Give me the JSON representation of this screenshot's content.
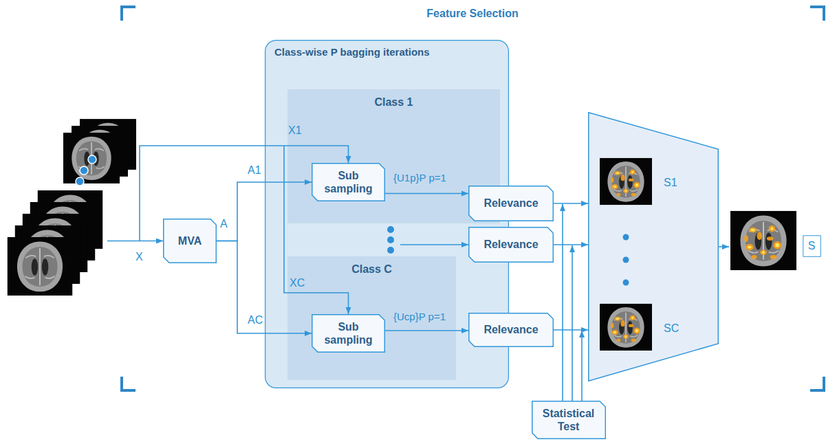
{
  "diagram": {
    "title": "Feature Selection",
    "nodes": [
      {
        "text": [
          "MVA"
        ]
      },
      {
        "text": [
          "Class-wise P bagging iterations"
        ]
      },
      {
        "text": [
          "Class 1"
        ],
        "in": 1
      },
      {
        "text": [
          "Sub sampling"
        ],
        "in": 2
      },
      {
        "text": [
          "Class C"
        ],
        "in": 1
      },
      {
        "text": [
          "Sub sampling"
        ],
        "in": 4
      },
      {
        "text": [
          "Relevance"
        ]
      },
      {
        "text": [
          "Relevance"
        ]
      },
      {
        "text": [
          "Relevance"
        ]
      },
      {
        "text": [
          "S1",
          "SC"
        ]
      },
      {
        "text": [
          "Statistical Test"
        ]
      },
      {
        "text": [
          "S"
        ]
      }
    ],
    "edges": [
      {
        "from": 0,
        "to": 3,
        "arrow": "to",
        "label": "A1"
      },
      {
        "from": 0,
        "to": 5,
        "arrow": "to",
        "label": "AC"
      },
      {
        "from": 3,
        "to": 6,
        "arrow": "to",
        "label": "{U1p}P p=1"
      },
      {
        "from": 5,
        "to": 8,
        "arrow": "to",
        "label": "{Ucp}P p=1"
      },
      {
        "from": 6,
        "to": 9,
        "arrow": "to"
      },
      {
        "from": 7,
        "to": 9,
        "arrow": "to"
      },
      {
        "from": 8,
        "to": 9,
        "arrow": "to"
      }
    ],
    "labels": [
      "X",
      "A",
      "X1",
      "XC"
    ]
  }
}
